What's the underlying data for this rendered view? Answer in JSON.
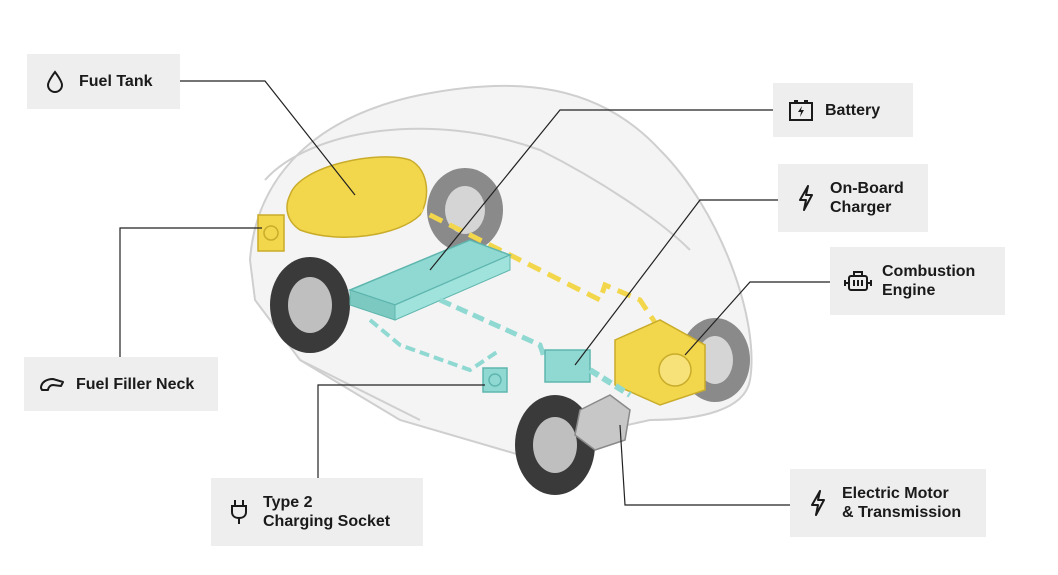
{
  "diagram": {
    "labels": {
      "fuel_tank": "Fuel Tank",
      "battery": "Battery",
      "on_board_charger": "On-Board\nCharger",
      "combustion_engine": "Combustion\nEngine",
      "fuel_filler_neck": "Fuel Filler Neck",
      "type2_charging_socket": "Type 2\nCharging Socket",
      "electric_motor_transmission": "Electric Motor\n& Transmission"
    },
    "icons": {
      "fuel_tank": "droplet-icon",
      "battery": "battery-icon",
      "on_board_charger": "lightning-icon",
      "combustion_engine": "engine-icon",
      "fuel_filler_neck": "fuel-nozzle-icon",
      "type2_charging_socket": "plug-icon",
      "electric_motor_transmission": "lightning-icon"
    },
    "colors": {
      "fuel_system": "#f2d64b",
      "electric_system": "#8fd9d2",
      "label_background": "#eeeeee",
      "leader_line": "#222222"
    }
  }
}
